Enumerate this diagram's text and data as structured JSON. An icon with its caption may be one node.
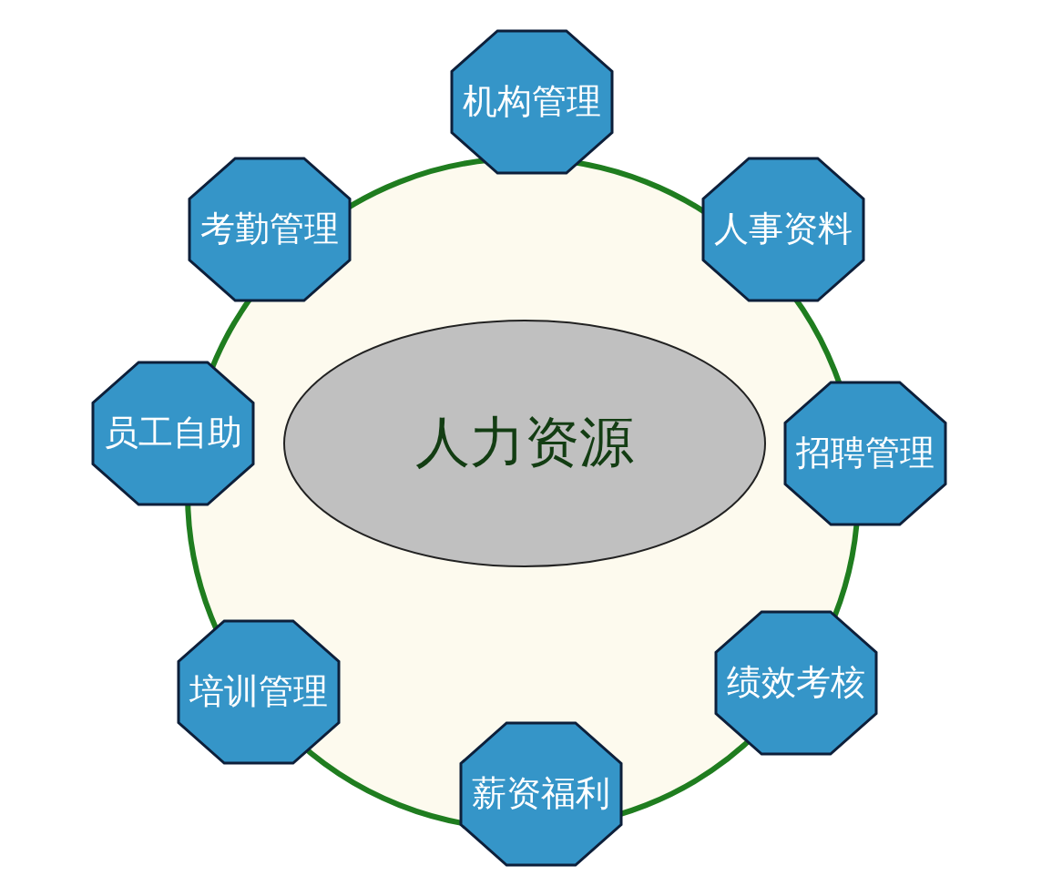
{
  "diagram": {
    "nodes": [
      {
        "text": [
          "人力资源"
        ]
      },
      {
        "text": [
          "机构管理"
        ]
      },
      {
        "text": [
          "人事资料"
        ]
      },
      {
        "text": [
          "招聘管理"
        ]
      },
      {
        "text": [
          "绩效考核"
        ]
      },
      {
        "text": [
          "薪资福利"
        ]
      },
      {
        "text": [
          "培训管理"
        ]
      },
      {
        "text": [
          "员工自助"
        ]
      },
      {
        "text": [
          "考勤管理"
        ]
      }
    ]
  }
}
